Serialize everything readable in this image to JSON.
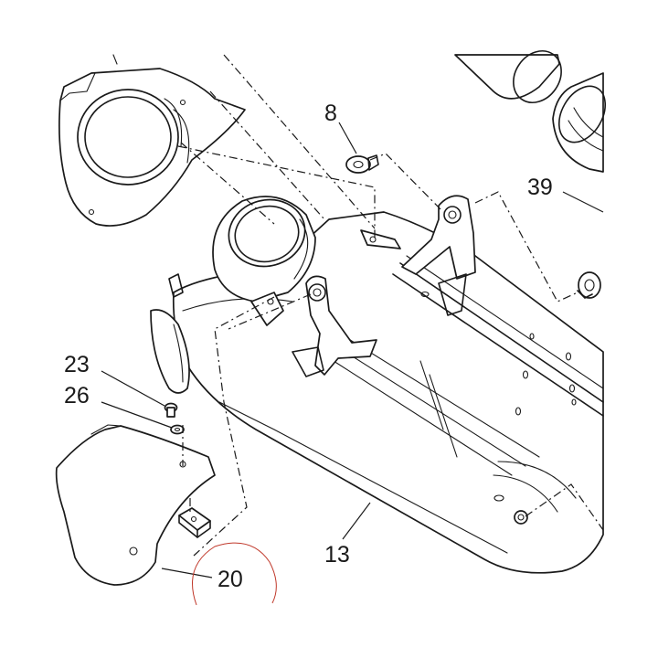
{
  "callouts": {
    "c8": "8",
    "c39": "39",
    "c23": "23",
    "c26": "26",
    "c13": "13",
    "c20": "20"
  },
  "colors": {
    "line": "#1a1a1a",
    "highlight_circle": "#c0392b",
    "background": "#ffffff"
  }
}
